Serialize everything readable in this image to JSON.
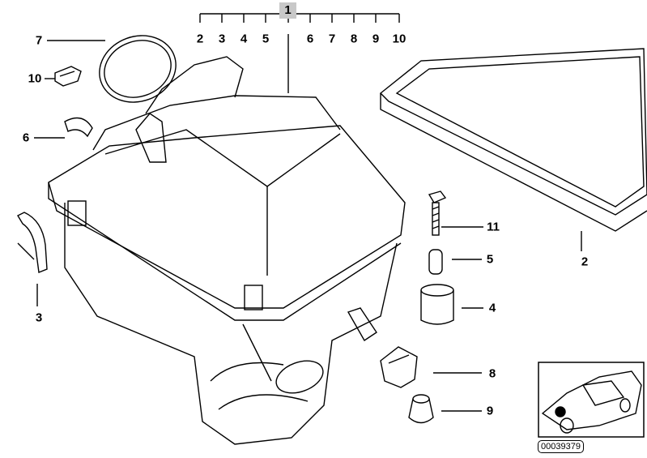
{
  "diagram": {
    "main_label": "1",
    "bracket_labels": [
      "2",
      "3",
      "4",
      "5",
      "6",
      "7",
      "8",
      "9",
      "10"
    ],
    "callouts": {
      "seal_ring": "7",
      "clip_top": "10",
      "clip_mid": "6",
      "bracket_clip": "3",
      "bolt": "11",
      "sleeve": "5",
      "rubber_mount": "4",
      "grommet": "8",
      "rubber_buffer": "9",
      "filter_element": "2"
    },
    "diagram_code": "00039379"
  }
}
